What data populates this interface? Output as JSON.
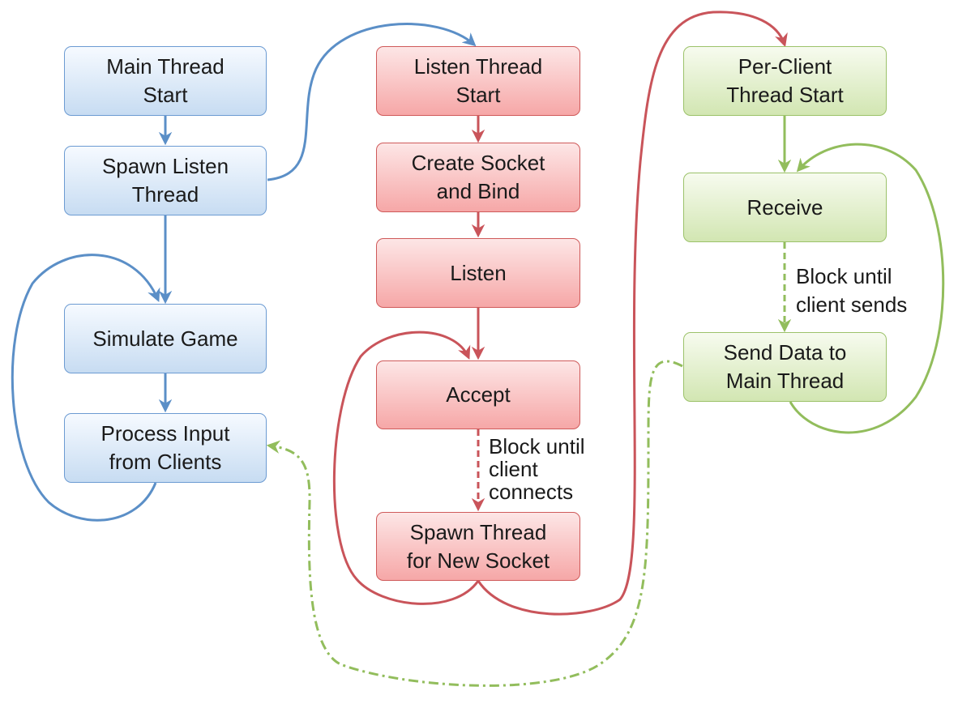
{
  "colors": {
    "main_thread": "#5b8fc7",
    "listen_thread": "#c9545a",
    "client_thread": "#92bd5c"
  },
  "main_thread": {
    "start": "Main Thread\nStart",
    "spawn": "Spawn Listen\nThread",
    "simulate": "Simulate Game",
    "process": "Process Input\nfrom Clients"
  },
  "listen_thread": {
    "start": "Listen Thread\nStart",
    "create": "Create Socket\nand Bind",
    "listen": "Listen",
    "accept": "Accept",
    "spawn": "Spawn Thread\nfor New Socket",
    "block_note": "Block until\nclient\nconnects"
  },
  "client_thread": {
    "start": "Per-Client\nThread Start",
    "receive": "Receive",
    "send": "Send Data to\nMain Thread",
    "block_note": "Block until\nclient sends"
  }
}
